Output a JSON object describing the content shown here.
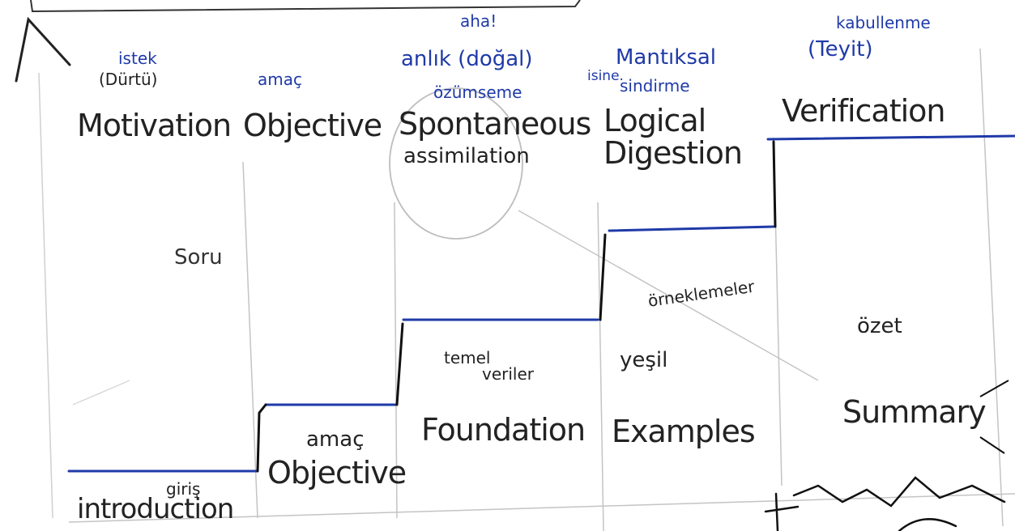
{
  "header_labels": {
    "istek": "istek",
    "durtu": "(Dürtü)",
    "amac_top": "amaç",
    "aha": "aha!",
    "anlik": "anlık (doğal)",
    "ozumseme": "özümseme",
    "isine": "isine.",
    "mantiksal": "Mantıksal",
    "sindirme": "sindirme",
    "kabullenme": "kabullenme",
    "teyit": "(Teyit)"
  },
  "stages_top": {
    "motivation": "Motivation",
    "objective": "Objective",
    "spontaneous_line1": "Spontaneous",
    "spontaneous_line2": "assimilation",
    "logical_line1": "Logical",
    "logical_line2": "Digestion",
    "verification": "Verification"
  },
  "middle_notes": {
    "soru": "Soru",
    "ornekler": "örneklemeler",
    "ozet": "özet",
    "temel": "temel",
    "veriler": "veriler",
    "yesil": "yeşil"
  },
  "stages_bottom": {
    "giris": "giriş",
    "introduction": "introduction",
    "amac_bottom": "amaç",
    "objective": "Objective",
    "foundation": "Foundation",
    "examples": "Examples",
    "summary": "Summary"
  },
  "colors": {
    "ink_blue": "#1f3aa8",
    "pencil": "#bdbdbd",
    "pen": "#222222"
  },
  "icons": {
    "axis": "up-arrow-icon",
    "scribble": "scribble-icon"
  }
}
